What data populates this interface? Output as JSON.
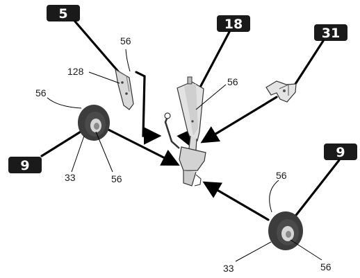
{
  "diagram": {
    "callouts": {
      "c5": "5",
      "c18": "18",
      "c31": "31",
      "c9_left": "9",
      "c9_right": "9"
    },
    "part_numbers": {
      "p56_bracket": "56",
      "p128": "128",
      "p56_strut": "56",
      "p56_wheel_left": "56",
      "p33_left": "33",
      "p56_hub_left": "56",
      "p56_wheel_right": "56",
      "p33_right": "33",
      "p56_hub_right": "56"
    }
  }
}
